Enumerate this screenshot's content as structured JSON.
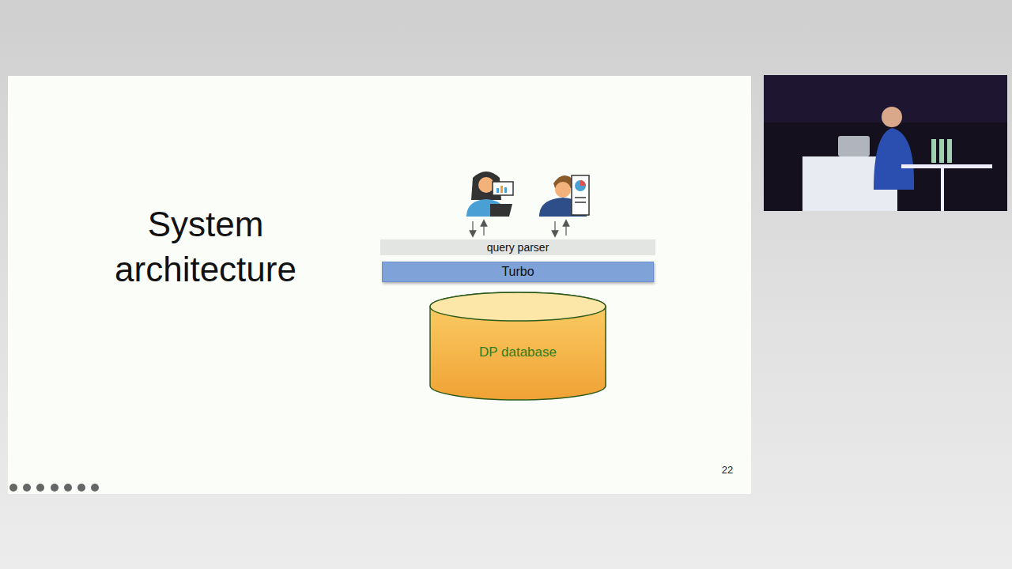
{
  "diagram": {
    "title": "System architecture",
    "nodes": [
      {
        "text": [
          "query parser"
        ]
      },
      {
        "text": [
          "Turbo"
        ]
      },
      {
        "text": [
          "DP database"
        ]
      }
    ],
    "labels": [
      "22"
    ]
  }
}
